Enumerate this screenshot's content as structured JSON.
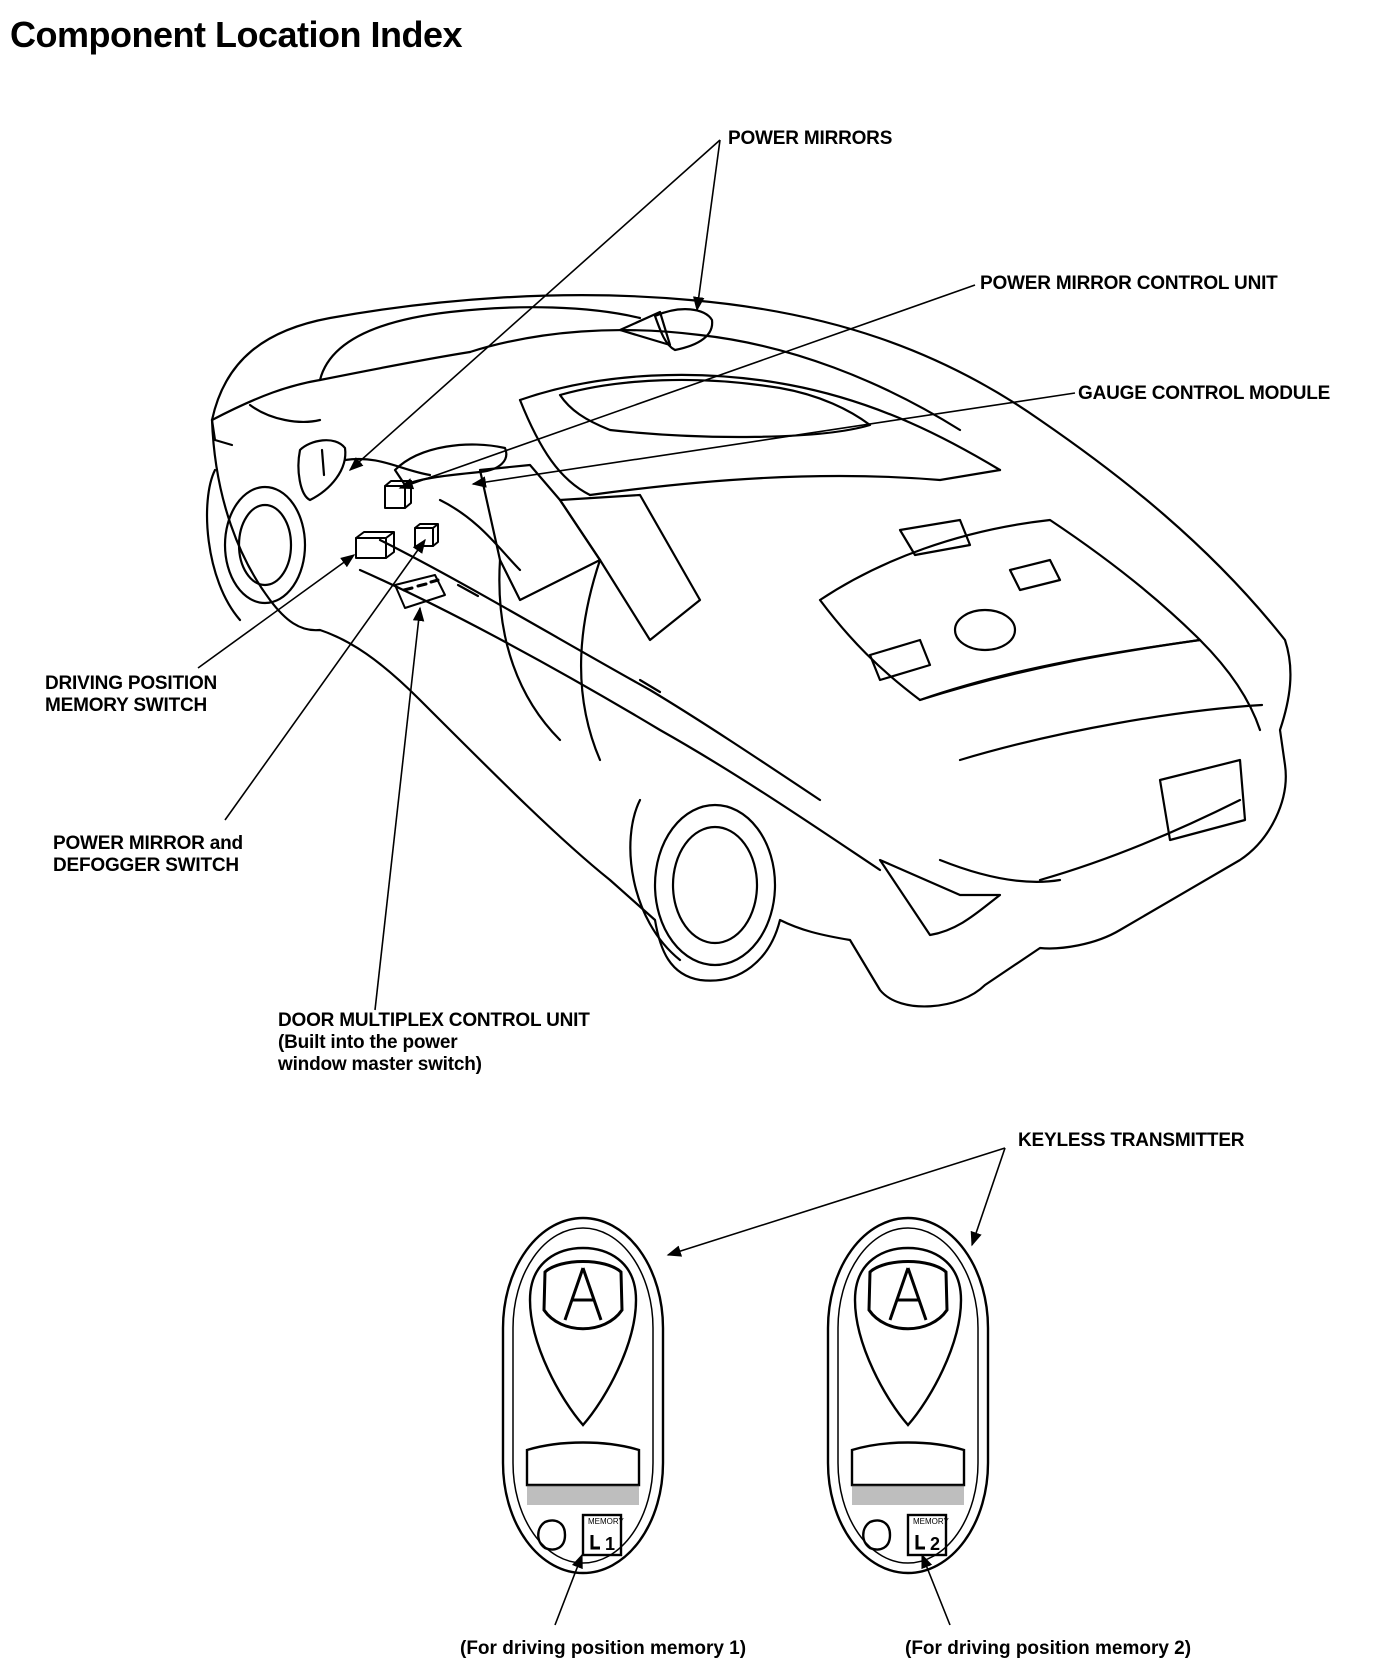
{
  "title": "Component Location Index",
  "labels": {
    "power_mirrors": "POWER MIRRORS",
    "power_mirror_control_unit": "POWER MIRROR CONTROL UNIT",
    "gauge_control_module": "GAUGE CONTROL MODULE",
    "driving_position_memory_switch": [
      "DRIVING POSITION",
      "MEMORY SWITCH"
    ],
    "power_mirror_defogger_switch": [
      "POWER MIRROR and",
      "DEFOGGER SWITCH"
    ],
    "door_multiplex_control_unit": [
      "DOOR MULTIPLEX CONTROL UNIT",
      "(Built into the power",
      "window master switch)"
    ],
    "keyless_transmitter": "KEYLESS TRANSMITTER"
  },
  "transmitters": [
    {
      "memory_text": "MEMORY",
      "number": "1",
      "caption": "(For driving position memory 1)"
    },
    {
      "memory_text": "MEMORY",
      "number": "2",
      "caption": "(For driving position memory 2)"
    }
  ]
}
